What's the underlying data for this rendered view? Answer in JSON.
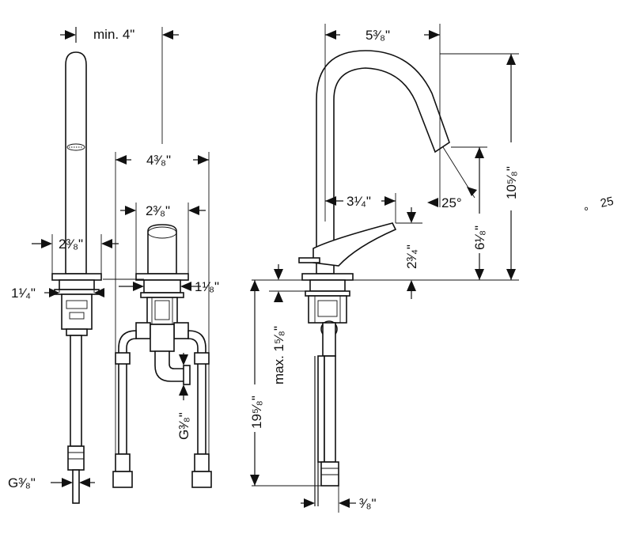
{
  "diagram": {
    "views": [
      "hand-shower",
      "valve",
      "spout"
    ],
    "dimensions": {
      "min_4": "min. 4\"",
      "w_4_3_8": "4³⁄₈\"",
      "w_2_3_8_valve": "2³⁄₈\"",
      "w_2_3_8_shower": "2³⁄₈\"",
      "d_1_1_4": "1¹⁄₄\"",
      "d_1_1_8": "1¹⁄₈\"",
      "g_3_8_valve": "G³⁄₈\"",
      "g_3_8_shower": "G³⁄₈\"",
      "w_5_3_8": "5³⁄₈\"",
      "w_3_1_4": "3¹⁄₄\"",
      "angle_25": "25°",
      "h_2_3_4": "2³⁄₄\"",
      "h_6_1_8": "6¹⁄₈\"",
      "h_10_5_8": "10⁵⁄₈\"",
      "max_1_5_8": "max. 1⁵⁄₈\"",
      "h_19_5_8": "19⁵⁄₈\"",
      "d_3_8": "³⁄₈\""
    },
    "stray_marks": {
      "degree": "°",
      "number_25": "25"
    }
  }
}
